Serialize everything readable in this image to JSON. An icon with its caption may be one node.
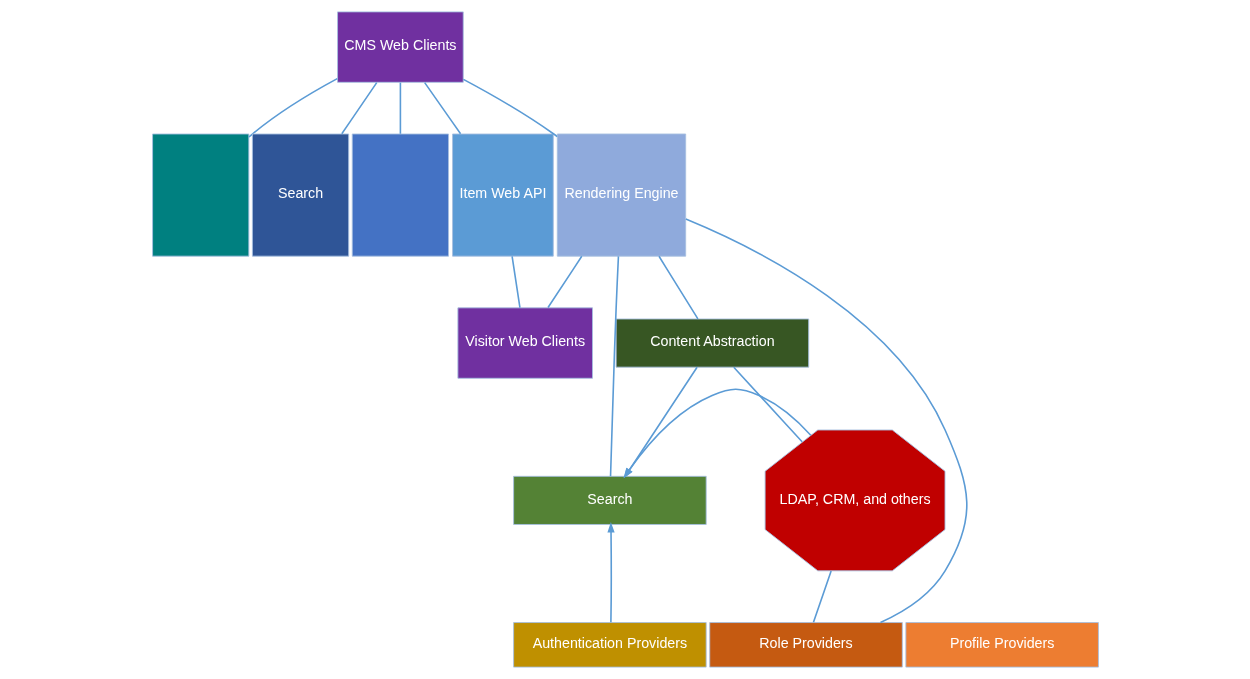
{
  "diagram": {
    "nodes": [
      {
        "text": [
          "CMS Web Clients"
        ]
      },
      {
        "text": [],
        "shape": "box"
      },
      {
        "text": [
          "Search"
        ]
      },
      {
        "text": [],
        "shape": "box"
      },
      {
        "text": [
          "Item Web API"
        ]
      },
      {
        "text": [
          "Rendering Engine"
        ]
      },
      {
        "text": [
          "Visitor Web Clients"
        ]
      },
      {
        "text": [
          "Content Abstraction"
        ]
      },
      {
        "text": [
          "Search"
        ]
      },
      {
        "text": [
          "Authentication Providers"
        ]
      },
      {
        "text": [
          "Role Providers"
        ]
      },
      {
        "text": [
          "Profile Providers"
        ]
      },
      {
        "text": [
          "LDAP, CRM, and others"
        ]
      }
    ],
    "edges": [
      {
        "from": 0,
        "to": 1,
        "arrow": "none"
      },
      {
        "from": 0,
        "to": 2,
        "arrow": "none"
      },
      {
        "from": 0,
        "to": 3,
        "arrow": "none"
      },
      {
        "from": 0,
        "to": 4,
        "arrow": "none"
      },
      {
        "from": 0,
        "to": 5,
        "arrow": "none"
      },
      {
        "from": 4,
        "to": 6,
        "arrow": "none"
      },
      {
        "from": 5,
        "to": 6,
        "arrow": "none"
      },
      {
        "from": 5,
        "to": 7,
        "arrow": "none"
      },
      {
        "from": 5,
        "to": 8,
        "arrow": "none"
      },
      {
        "from": 5,
        "to": 10,
        "arrow": "none"
      },
      {
        "from": 7,
        "to": 8,
        "arrow": "to"
      },
      {
        "from": 9,
        "to": 8,
        "arrow": "to"
      },
      {
        "from": 12,
        "to": 8,
        "arrow": "to"
      },
      {
        "from": 7,
        "to": 12,
        "arrow": "none"
      },
      {
        "from": 12,
        "to": 10,
        "arrow": "none"
      }
    ]
  }
}
